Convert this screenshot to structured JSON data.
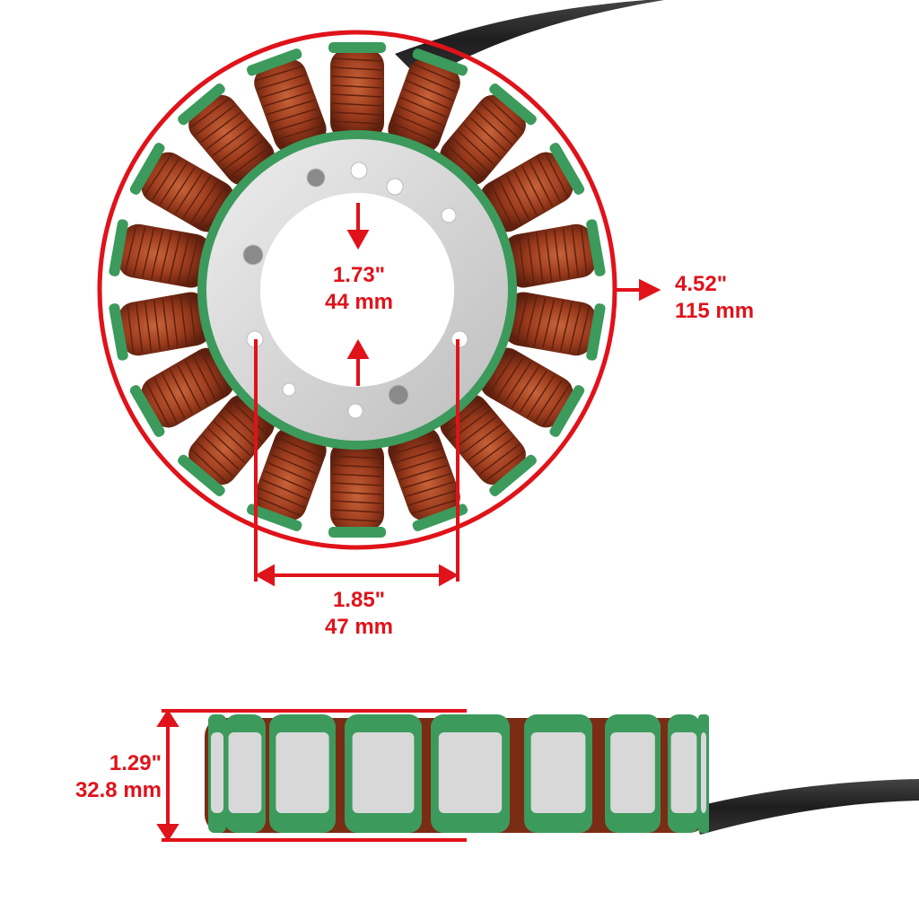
{
  "product": {
    "colors": {
      "dimension_red": "#e0121a",
      "copper": "#9a3a1c",
      "copper_light": "#c45a30",
      "insulation_green": "#3c9a5c",
      "steel": "#d6d6d6",
      "cable": "#2a2a2a"
    }
  },
  "dimensions": {
    "outer_diameter": {
      "inches": "4.52\"",
      "mm": "115 mm"
    },
    "inner_diameter": {
      "inches": "1.73\"",
      "mm": "44 mm"
    },
    "bolt_spacing": {
      "inches": "1.85\"",
      "mm": "47 mm"
    },
    "height": {
      "inches": "1.29\"",
      "mm": "32.8 mm"
    }
  }
}
